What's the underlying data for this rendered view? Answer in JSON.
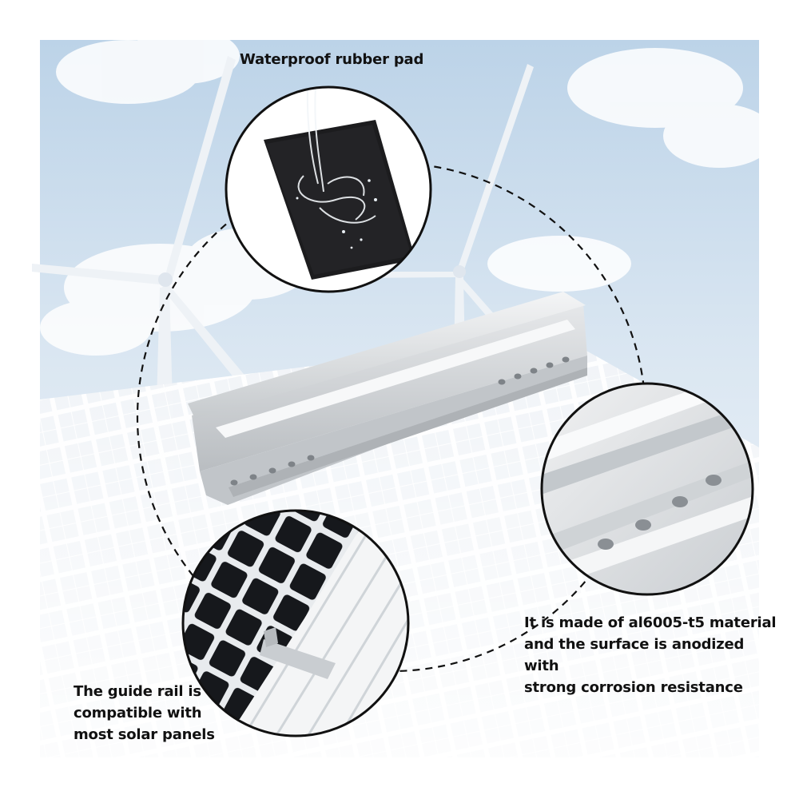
{
  "captions": {
    "top": "Waterproof rubber pad",
    "right": [
      "It is made of al6005-t5 material",
      "and the surface is anodized with",
      "strong corrosion resistance"
    ],
    "left": [
      "The guide rail is",
      "compatible with",
      "most solar panels"
    ]
  },
  "colors": {
    "sky_top": "#c9dcec",
    "sky_bottom": "#f3f7fb",
    "panel_cell": "#16181c",
    "aluminum": "#d9dcdf",
    "rubber_pad": "#1c1c1e",
    "dashed_ring": "#111111"
  }
}
